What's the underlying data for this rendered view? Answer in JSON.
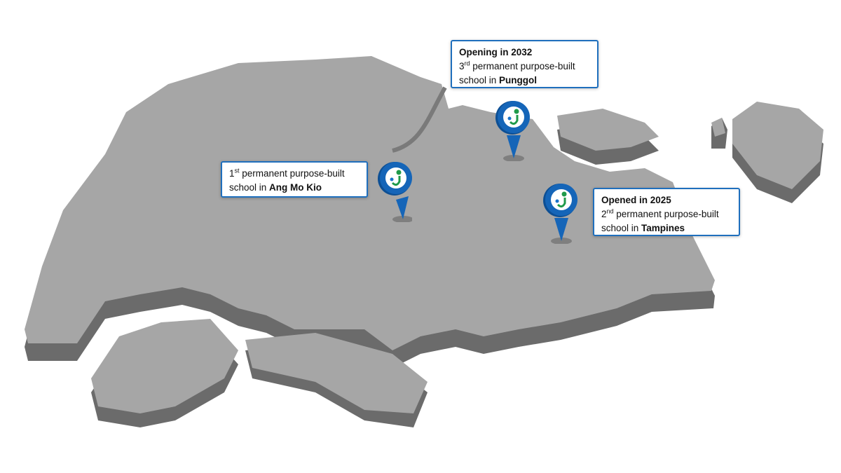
{
  "locations": [
    {
      "name": "Ang Mo Kio",
      "status": "",
      "ordinal_number": "1",
      "ordinal_suffix": "st",
      "line1_rest": " permanent purpose-built",
      "line2_prefix": "school in ",
      "place": "Ang Mo Kio"
    },
    {
      "name": "Punggol",
      "status": "Opening in 2032",
      "ordinal_number": "3",
      "ordinal_suffix": "rd",
      "line1_rest": " permanent purpose-built",
      "line2_prefix": "school in ",
      "place": "Punggol"
    },
    {
      "name": "Tampines",
      "status": "Opened in 2025",
      "ordinal_number": "2",
      "ordinal_suffix": "nd",
      "line1_rest": " permanent purpose-built",
      "line2_prefix": "school in ",
      "place": "Tampines"
    }
  ],
  "colors": {
    "land": "#a6a6a6",
    "land_side": "#6b6b6b",
    "pin": "#1565b8",
    "pin_dark": "#0d4f94",
    "logo_green": "#1f9a4a",
    "logo_blue": "#1a73c9",
    "callout_border": "#1f6fbd"
  }
}
